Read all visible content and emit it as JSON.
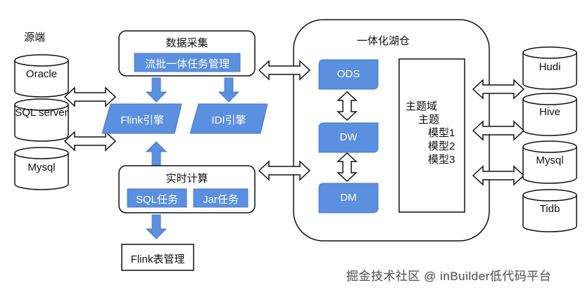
{
  "colors": {
    "accent": "#5b8fe0",
    "stroke": "#111111",
    "text_on_accent": "#ffffff"
  },
  "sources": {
    "title": "源端",
    "items": [
      "Oracle",
      "SQL server",
      "Mysql"
    ]
  },
  "collection": {
    "title": "数据采集",
    "task": "流批一体任务管理"
  },
  "engines": [
    "Flink引擎",
    "IDI引擎"
  ],
  "realtime": {
    "title": "实时计算",
    "tasks": [
      "SQL任务",
      "Jar任务"
    ],
    "output": "Flink表管理"
  },
  "lakehouse": {
    "title": "一体化湖仓",
    "layers": [
      "ODS",
      "DW",
      "DM"
    ],
    "subject_panel": {
      "domain": "主题域",
      "subject": "主题",
      "models": [
        "模型1",
        "模型2",
        "模型3"
      ]
    }
  },
  "targets": [
    "Hudi",
    "Hive",
    "Mysql",
    "Tidb"
  ],
  "watermark": "掘金技术社区 @ inBuilder低代码平台"
}
